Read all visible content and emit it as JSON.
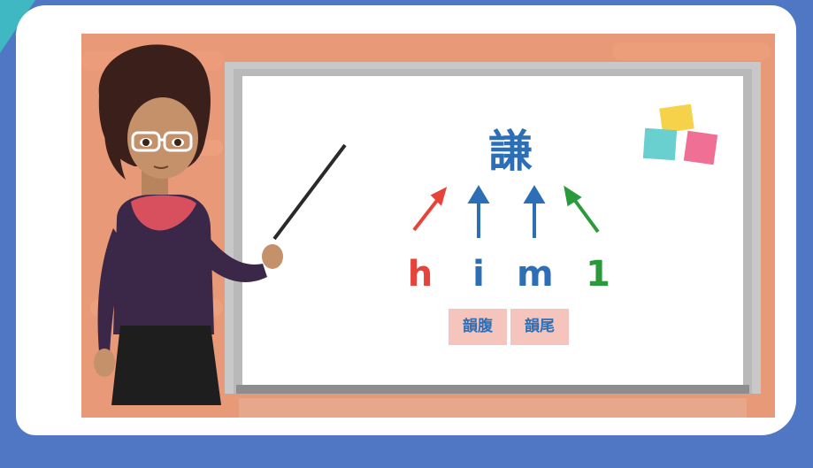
{
  "board": {
    "character": "謙",
    "letters": [
      {
        "text": "h",
        "color": "#e8433a"
      },
      {
        "text": "i",
        "color": "#2c6fb6"
      },
      {
        "text": "m",
        "color": "#2c6fb6"
      },
      {
        "text": "1",
        "color": "#2b9a3b"
      }
    ],
    "labels": [
      "韻腹",
      "韻尾"
    ],
    "arrow_colors": [
      "#e8433a",
      "#2c6fb6",
      "#2c6fb6",
      "#2b9a3b"
    ]
  },
  "colors": {
    "background": "#4f77c3",
    "card": "#ffffff",
    "wall": "#e89a78",
    "label_bg": "#f5c4bd"
  },
  "icons": [
    "teacher-illustration",
    "pointer-stick",
    "sticky-notes"
  ]
}
